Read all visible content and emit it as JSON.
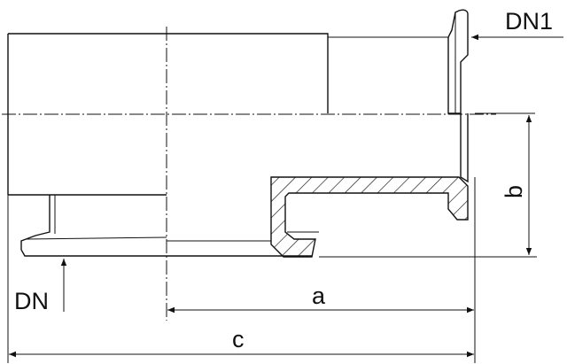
{
  "labels": {
    "dn1": "DN1",
    "dn": "DN",
    "a": "a",
    "b": "b",
    "c": "c"
  },
  "colors": {
    "line": "#111111",
    "background": "#ffffff"
  }
}
